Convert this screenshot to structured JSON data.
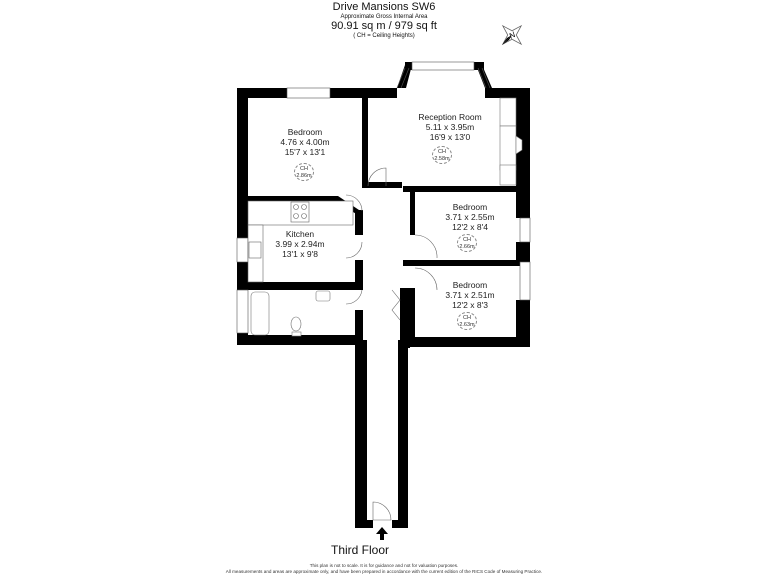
{
  "header": {
    "title": "Drive Mansions SW6",
    "subtitle": "Approximate Gross Internal Area",
    "area": "90.91 sq m / 979 sq ft",
    "ch_note": "( CH = Ceiling Heights)"
  },
  "compass": {
    "label": "N"
  },
  "rooms": [
    {
      "name": "Bedroom",
      "metric": "4.76 x 4.00m",
      "imperial": "15'7 x 13'1",
      "ch_label": "CH",
      "ch_value": "2.86m"
    },
    {
      "name": "Reception Room",
      "metric": "5.11 x 3.95m",
      "imperial": "16'9 x 13'0",
      "ch_label": "CH",
      "ch_value": "2.58m"
    },
    {
      "name": "Kitchen",
      "metric": "3.99 x 2.94m",
      "imperial": "13'1 x 9'8"
    },
    {
      "name": "Bedroom",
      "metric": "3.71 x 2.55m",
      "imperial": "12'2 x 8'4",
      "ch_label": "CH",
      "ch_value": "2.66m"
    },
    {
      "name": "Bedroom",
      "metric": "3.71 x 2.51m",
      "imperial": "12'2 x 8'3",
      "ch_label": "CH",
      "ch_value": "2.63m"
    }
  ],
  "floor_label": "Third Floor",
  "disclaimer": {
    "line1": "This plan is not to scale. It is for guidance and not for valuation purposes.",
    "line2": "All measurements and areas are approximate only, and have been prepared in accordance with the current edition of the RICS Code of Measuring Practice."
  }
}
